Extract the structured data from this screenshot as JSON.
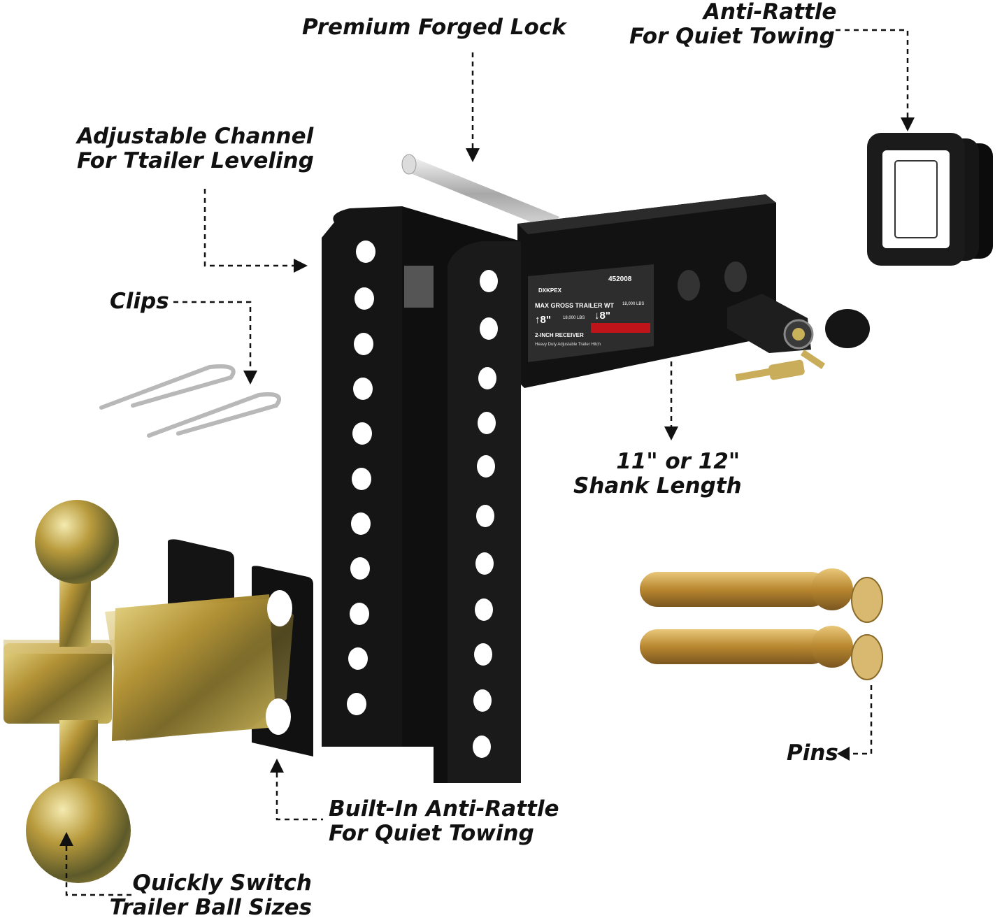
{
  "callouts": {
    "forged_lock": "Premium Forged Lock",
    "anti_rattle_top_line1": "Anti-Rattle",
    "anti_rattle_top_line2": "For Quiet Towing",
    "channel_line1": "Adjustable Channel",
    "channel_line2": "For Ttailer Leveling",
    "clips": "Clips",
    "shank_line1": "11\" or 12\"",
    "shank_line2": "Shank Length",
    "pins": "Pins",
    "builtin_line1": "Built-In Anti-Rattle",
    "builtin_line2": "For Quiet Towing",
    "switch_line1": "Quickly Switch",
    "switch_line2": "Trailer Ball Sizes"
  },
  "label_plate": {
    "brand": "DXKPEX",
    "model": "452008",
    "heading": "MAX GROSS TRAILER WT",
    "rise": "↑8\"",
    "drop": "↓8\"",
    "capacity_left": "18,000 LBS",
    "capacity_right": "18,000 LBS",
    "receiver": "2-INCH RECEIVER",
    "desc": "Heavy Duty Adjustable Trailer Hitch"
  },
  "colors": {
    "steel_black": "#141414",
    "brass_gold": "#b89a3c",
    "callout_text": "#111111",
    "label_red": "#c0141b"
  }
}
